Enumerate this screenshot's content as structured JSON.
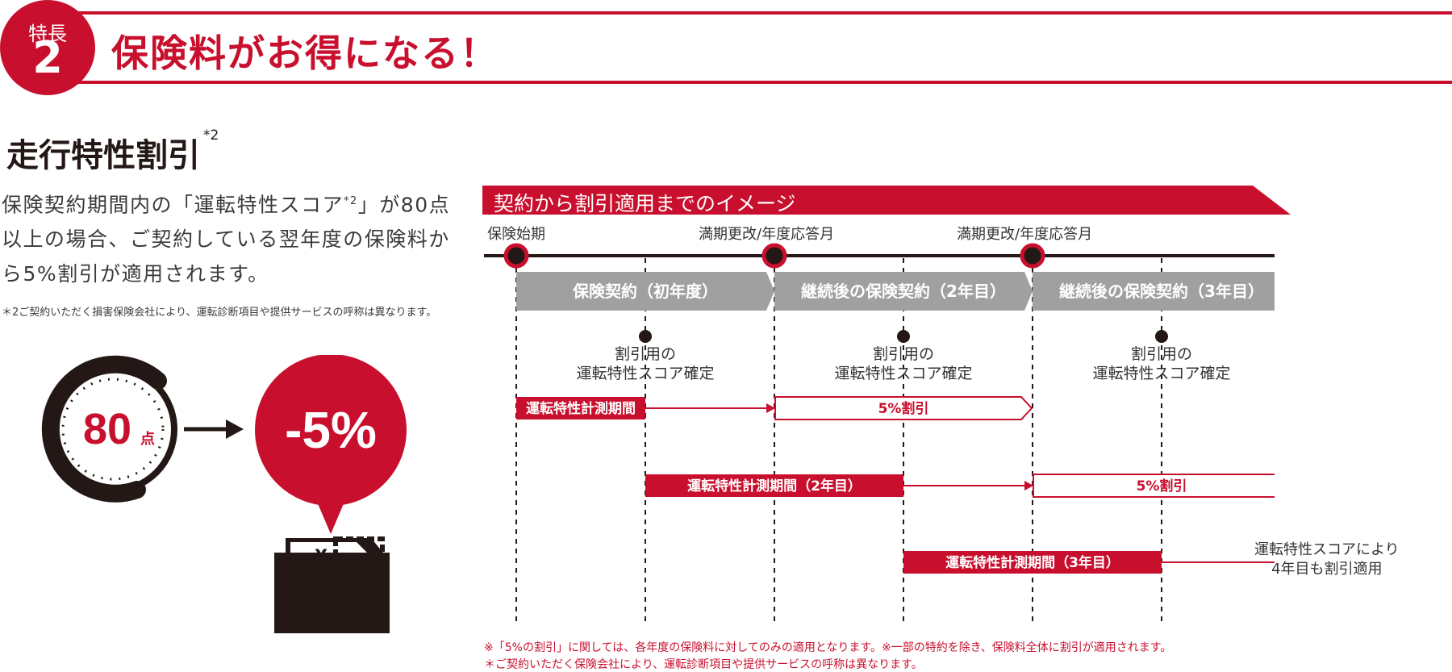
{
  "header": {
    "badge_label": "特長",
    "badge_number": "2",
    "title": "保険料がお得になる！"
  },
  "section": {
    "title": "走行特性割引",
    "title_note": "*2"
  },
  "description": {
    "part1": "保険契約期間内の「運転特性スコア",
    "sup": "*2",
    "part2": "」が80点以上の場合、ご契約している翌年度の保険料から5%割引が適用されます。"
  },
  "footnote_left": "＊2ご契約いただく損害保険会社により、運転診断項目や提供サービスの呼称は異なります。",
  "illustration": {
    "score_value": "80",
    "score_unit": "点",
    "discount": "-5%",
    "currency_symbol": "¥"
  },
  "diagram": {
    "banner": "契約から割引適用までのイメージ",
    "timeline_labels": [
      "保険始期",
      "満期更改/年度応答月",
      "満期更改/年度応答月"
    ],
    "phases": [
      "保険契約（初年度）",
      "継続後の保険契約（2年目）",
      "継続後の保険契約（3年目）"
    ],
    "score_fixed_line1": "割引用の",
    "score_fixed_line2": "運転特性スコア確定",
    "periods": [
      "運転特性計測期間",
      "運転特性計測期間（2年目）",
      "運転特性計測期間（3年目）"
    ],
    "discount_label": "5%割引",
    "note_line1": "運転特性スコアにより",
    "note_line2": "4年目も割引適用"
  },
  "footnotes": [
    "※「5%の割引」に関しては、各年度の保険料に対してのみの適用となります。※一部の特約を除き、保険料全体に割引が適用されます。",
    "＊ご契約いただく保険会社により、運転診断項目や提供サービスの呼称は異なります。"
  ],
  "colors": {
    "accent": "#c8102e",
    "gray": "#a0a0a0",
    "dark": "#231815"
  }
}
